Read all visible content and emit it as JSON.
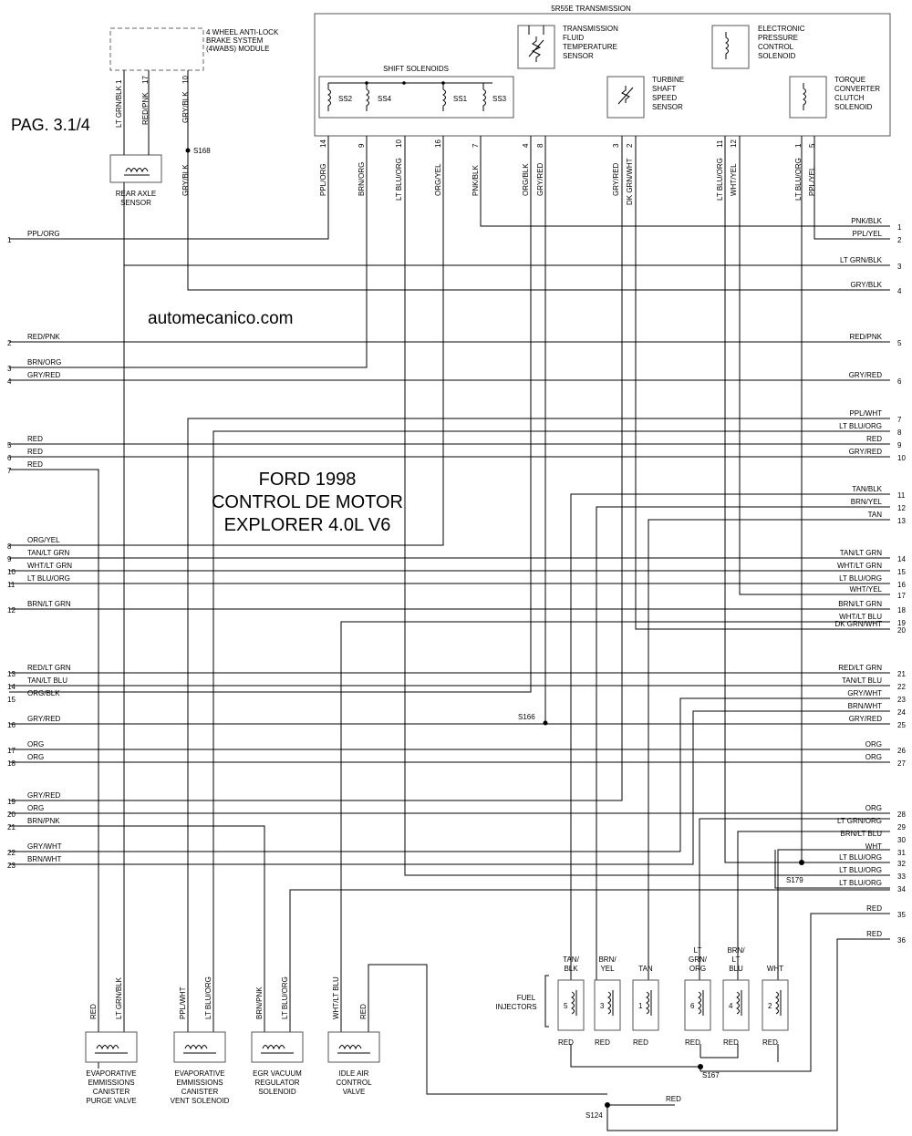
{
  "page_label": "PAG. 3.1/4",
  "watermark": "automecanico.com",
  "title_lines": [
    "FORD 1998",
    "CONTROL DE MOTOR",
    "EXPLORER 4.0L V6"
  ],
  "transmission": {
    "title": "5R55E TRANSMISSION",
    "shift_solenoids_label": "SHIFT SOLENOIDS",
    "solenoids": [
      "SS2",
      "SS4",
      "SS1",
      "SS3"
    ],
    "tft_sensor": [
      "TRANSMISSION",
      "FLUID",
      "TEMPERATURE",
      "SENSOR"
    ],
    "tss_sensor": [
      "TURBINE",
      "SHAFT",
      "SPEED",
      "SENSOR"
    ],
    "epc_solenoid": [
      "ELECTRONIC",
      "PRESSURE",
      "CONTROL",
      "SOLENOID"
    ],
    "tcc_solenoid": [
      "TORQUE",
      "CONVERTER",
      "CLUTCH",
      "SOLENOID"
    ]
  },
  "abs_module": [
    "4 WHEEL ANTI-LOCK",
    "BRAKE SYSTEM",
    "(4WABS) MODULE"
  ],
  "rear_axle_sensor": [
    "REAR AXLE",
    "SENSOR"
  ],
  "splices": {
    "s168": "S168",
    "s166": "S166",
    "s179": "S179",
    "s167": "S167",
    "s124": "S124"
  },
  "pin_numbers": {
    "abs": [
      "1",
      "17",
      "10"
    ],
    "trans": [
      "14",
      "9",
      "10",
      "16",
      "7",
      "4",
      "8",
      "3",
      "2",
      "11",
      "12",
      "1",
      "5"
    ]
  },
  "vertical_wire_labels": {
    "abs": [
      "LT GRN/BLK",
      "RED/PNK",
      "GRY/BLK"
    ],
    "s168_down": "GRY/BLK",
    "trans": [
      "PPL/ORG",
      "BRN/ORG",
      "LT BLU/ORG",
      "ORG/YEL",
      "PNK/BLK",
      "ORG/BLK",
      "GRY/RED",
      "GRY/RED",
      "DK GRN/WHT",
      "LT BLU/ORG",
      "WHT/YEL",
      "LT BLU/ORG",
      "PPL/YEL"
    ]
  },
  "left_connector": [
    {
      "pin": "1",
      "wire": "PPL/ORG"
    },
    {
      "pin": "2",
      "wire": "RED/PNK"
    },
    {
      "pin": "3",
      "wire": "BRN/ORG"
    },
    {
      "pin": "4",
      "wire": "GRY/RED"
    },
    {
      "pin": "5",
      "wire": "RED"
    },
    {
      "pin": "6",
      "wire": "RED"
    },
    {
      "pin": "7",
      "wire": "RED"
    },
    {
      "pin": "8",
      "wire": "ORG/YEL"
    },
    {
      "pin": "9",
      "wire": "TAN/LT GRN"
    },
    {
      "pin": "10",
      "wire": "WHT/LT GRN"
    },
    {
      "pin": "11",
      "wire": "LT BLU/ORG"
    },
    {
      "pin": "12",
      "wire": "BRN/LT GRN"
    },
    {
      "pin": "13",
      "wire": "RED/LT GRN"
    },
    {
      "pin": "14",
      "wire": "TAN/LT BLU"
    },
    {
      "pin": "15",
      "wire": "ORG/BLK"
    },
    {
      "pin": "16",
      "wire": "GRY/RED"
    },
    {
      "pin": "17",
      "wire": "ORG"
    },
    {
      "pin": "18",
      "wire": "ORG"
    },
    {
      "pin": "19",
      "wire": "GRY/RED"
    },
    {
      "pin": "20",
      "wire": "ORG"
    },
    {
      "pin": "21",
      "wire": "BRN/PNK"
    },
    {
      "pin": "22",
      "wire": "GRY/WHT"
    },
    {
      "pin": "23",
      "wire": "BRN/WHT"
    }
  ],
  "right_connector": [
    {
      "pin": "1",
      "wire": "PNK/BLK"
    },
    {
      "pin": "2",
      "wire": "PPL/YEL"
    },
    {
      "pin": "3",
      "wire": "LT GRN/BLK"
    },
    {
      "pin": "4",
      "wire": "GRY/BLK"
    },
    {
      "pin": "5",
      "wire": "RED/PNK"
    },
    {
      "pin": "6",
      "wire": "GRY/RED"
    },
    {
      "pin": "7",
      "wire": "PPL/WHT"
    },
    {
      "pin": "8",
      "wire": "LT BLU/ORG"
    },
    {
      "pin": "9",
      "wire": "RED"
    },
    {
      "pin": "10",
      "wire": "GRY/RED"
    },
    {
      "pin": "11",
      "wire": "TAN/BLK"
    },
    {
      "pin": "12",
      "wire": "BRN/YEL"
    },
    {
      "pin": "13",
      "wire": "TAN"
    },
    {
      "pin": "14",
      "wire": "TAN/LT GRN"
    },
    {
      "pin": "15",
      "wire": "WHT/LT GRN"
    },
    {
      "pin": "16",
      "wire": "LT BLU/ORG"
    },
    {
      "pin": "17",
      "wire": "WHT/YEL"
    },
    {
      "pin": "18",
      "wire": "BRN/LT GRN"
    },
    {
      "pin": "19",
      "wire": "WHT/LT BLU"
    },
    {
      "pin": "20",
      "wire": "DK GRN/WHT"
    },
    {
      "pin": "21",
      "wire": "RED/LT GRN"
    },
    {
      "pin": "22",
      "wire": "TAN/LT BLU"
    },
    {
      "pin": "23",
      "wire": "GRY/WHT"
    },
    {
      "pin": "24",
      "wire": "BRN/WHT"
    },
    {
      "pin": "25",
      "wire": "GRY/RED"
    },
    {
      "pin": "26",
      "wire": "ORG"
    },
    {
      "pin": "27",
      "wire": "ORG"
    },
    {
      "pin": "28",
      "wire": "ORG"
    },
    {
      "pin": "29",
      "wire": "LT GRN/ORG"
    },
    {
      "pin": "30",
      "wire": "BRN/LT BLU"
    },
    {
      "pin": "31",
      "wire": "WHT"
    },
    {
      "pin": "32",
      "wire": "LT BLU/ORG"
    },
    {
      "pin": "33",
      "wire": "LT BLU/ORG"
    },
    {
      "pin": "34",
      "wire": "LT BLU/ORG"
    },
    {
      "pin": "35",
      "wire": "RED"
    },
    {
      "pin": "36",
      "wire": "RED"
    }
  ],
  "bottom_components": [
    {
      "name": [
        "EVAPORATIVE",
        "EMMISSIONS",
        "CANISTER",
        "PURGE VALVE"
      ],
      "wires": [
        "RED",
        "LT GRN/BLK"
      ]
    },
    {
      "name": [
        "EVAPORATIVE",
        "EMMISSIONS",
        "CANISTER",
        "VENT SOLENOID"
      ],
      "wires": [
        "PPL/WHT",
        "LT BLU/ORG"
      ]
    },
    {
      "name": [
        "EGR VACUUM",
        "REGULATOR",
        "SOLENOID"
      ],
      "wires": [
        "BRN/PNK",
        "LT BLU/ORG"
      ]
    },
    {
      "name": [
        "IDLE AIR",
        "CONTROL",
        "VALVE"
      ],
      "wires": [
        "WHT/LT BLU",
        "RED"
      ]
    }
  ],
  "fuel_injectors": {
    "label": [
      "FUEL",
      "INJECTORS"
    ],
    "injectors": [
      {
        "num": "5",
        "top": [
          "TAN/",
          "BLK"
        ],
        "bottom": "RED"
      },
      {
        "num": "3",
        "top": [
          "BRN/",
          "YEL"
        ],
        "bottom": "RED"
      },
      {
        "num": "1",
        "top": [
          "TAN"
        ],
        "bottom": "RED"
      },
      {
        "num": "6",
        "top": [
          "LT",
          "GRN/",
          "ORG"
        ],
        "bottom": "RED"
      },
      {
        "num": "4",
        "top": [
          "BRN/",
          "LT",
          "BLU"
        ],
        "bottom": "RED"
      },
      {
        "num": "2",
        "top": [
          "WHT"
        ],
        "bottom": "RED"
      }
    ]
  },
  "s124_red_label": "RED"
}
